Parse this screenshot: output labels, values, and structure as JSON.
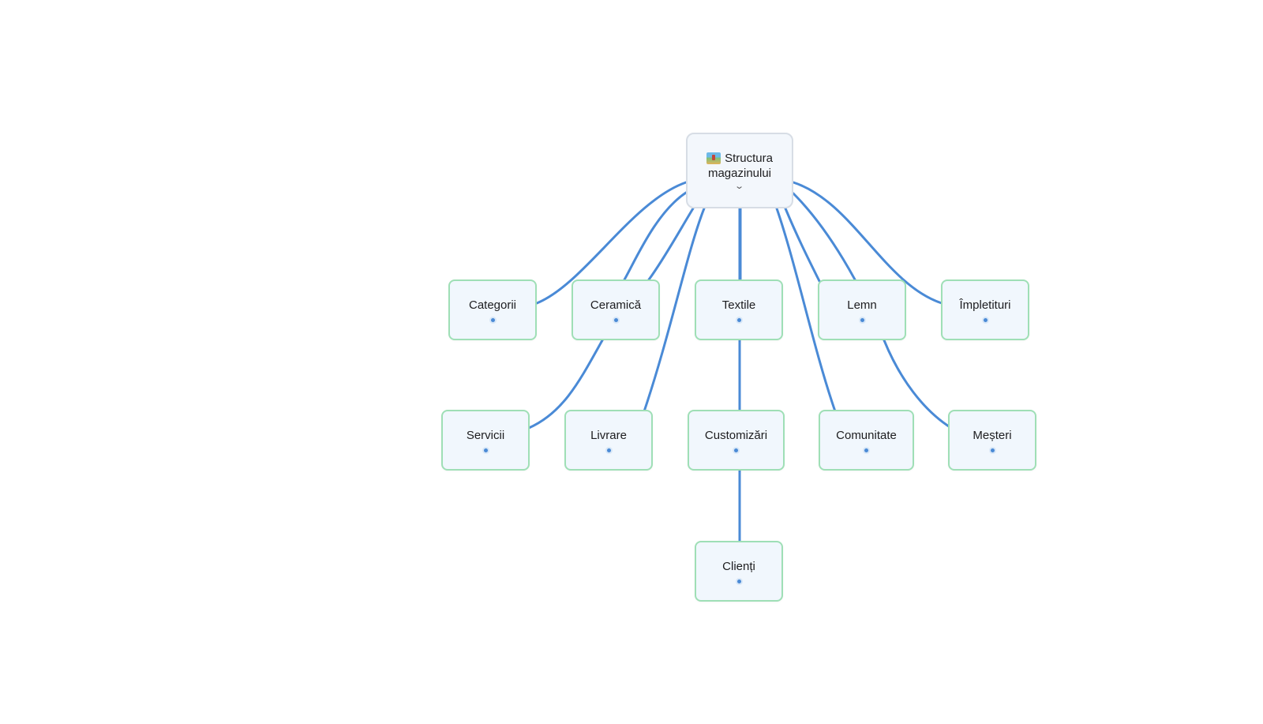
{
  "root": {
    "icon": "world-map-icon",
    "title_line1": "Structura",
    "title_line2": "magazinului",
    "collapse_icon": "chevron-down-icon"
  },
  "nodes": {
    "categorii": "Categorii",
    "ceramica": "Ceramică",
    "textile": "Textile",
    "lemn": "Lemn",
    "impletituri": "Împletituri",
    "servicii": "Servicii",
    "livrare": "Livrare",
    "customizari": "Customizări",
    "comunitate": "Comunitate",
    "mesteri": "Meșteri",
    "clienti": "Clienți"
  },
  "colors": {
    "edge": "#4a8ad6",
    "node_border": "#9fdfb6",
    "node_fill": "#f1f7fd",
    "root_border": "#d7dde5"
  }
}
